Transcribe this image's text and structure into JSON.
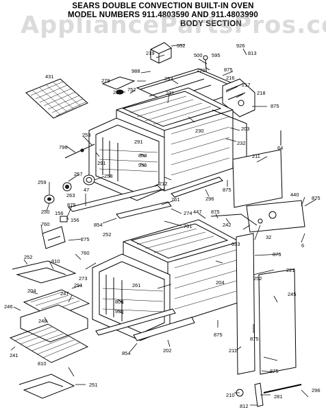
{
  "header": {
    "title_line1": "SEARS DOUBLE CONVECTION BUILT-IN OVEN",
    "title_line2": "MODEL NUMBERS 911.4803590 AND 911.4803990",
    "title_line3": "BODY SECTION"
  },
  "watermark": "AppliancePartsPros.com",
  "labels": {
    "l552": "552",
    "l926": "926",
    "l813": "813",
    "l219": "219",
    "l500": "500",
    "l595": "595",
    "l988": "988",
    "l875a": "875",
    "l220": "220",
    "l216": "216",
    "l279": "279",
    "l752": "752",
    "l233": "233",
    "l217": "217",
    "l431": "431",
    "l205": "205",
    "l218": "218",
    "l875b": "875",
    "l231": "231",
    "l203": "203",
    "l230": "230",
    "l253": "253",
    "l232": "232",
    "l64": "64",
    "l796": "796",
    "l291a": "291",
    "l809a": "809",
    "l291b": "291",
    "l935a": "935",
    "l211a": "211",
    "l257": "257",
    "l258": "258",
    "l259": "259",
    "l212": "212",
    "l296a": "296",
    "l875c": "875",
    "l263": "263",
    "l47": "47",
    "l440": "440",
    "l875d": "875",
    "l875e": "875",
    "l761a": "761",
    "l250": "250",
    "l156a": "156",
    "l156b": "156",
    "l274": "274",
    "l447": "447",
    "l875f": "875",
    "l242": "242",
    "l854a": "854",
    "l761b": "761",
    "l760": "760",
    "l252a": "252",
    "l633": "633",
    "l32": "32",
    "l275": "275",
    "l6": "6",
    "l875g": "875",
    "l252b": "252",
    "l810a": "810",
    "l760b": "760",
    "l221": "221",
    "l252c": "252",
    "l204a": "204",
    "l204b": "204",
    "l273": "273",
    "l261": "261",
    "l291c": "291",
    "l245": "245",
    "l809b": "809",
    "l246": "246",
    "l247": "247",
    "l935b": "935",
    "l875h": "875",
    "l875i": "875",
    "l248": "248",
    "l202": "202",
    "l241": "241",
    "l854b": "854",
    "l211b": "211",
    "l810b": "810",
    "l875j": "875",
    "l251": "251",
    "l210": "210",
    "l281": "281",
    "l296b": "296",
    "l812": "812"
  }
}
